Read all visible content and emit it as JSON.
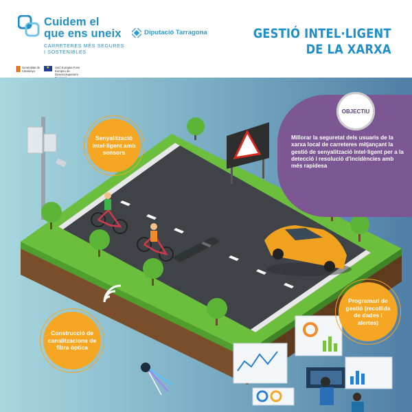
{
  "header": {
    "brand_line1": "Cuidem el",
    "brand_line2": "que ens uneix",
    "brand_sub1": "CARRETERES MÉS SEGURES",
    "brand_sub2": "I SOSTENIBLES",
    "partner_name": "Diputació Tarragona",
    "gen_name": "Generalitat de Catalunya",
    "eu_name": "Unió Europea Fons Europeu de Desenvolupament Regional",
    "title_line1": "GESTIÓ INTEL·LIGENT",
    "title_line2": "DE LA XARXA"
  },
  "callouts": {
    "sensors": "Senyalització intel·ligent amb sensors",
    "fiber": "Construcció de canalitzacions de fibra òptica",
    "software": "Programari de gestió (recollida de dades i alertes)"
  },
  "objective": {
    "label": "OBJECTIU",
    "text": "Millorar la seguretat dels usuaris de la xarxa local de carreteres mitjançant la gestió de senyalització intel·ligent per a la detecció i resolució d'incidències amb més rapidesa"
  },
  "colors": {
    "brand_blue": "#1f8fc9",
    "callout_orange": "#f5a623",
    "objective_purple": "#7d5794",
    "road": "#3f4348",
    "grass": "#6cbf3c",
    "car": "#f0a21e"
  }
}
